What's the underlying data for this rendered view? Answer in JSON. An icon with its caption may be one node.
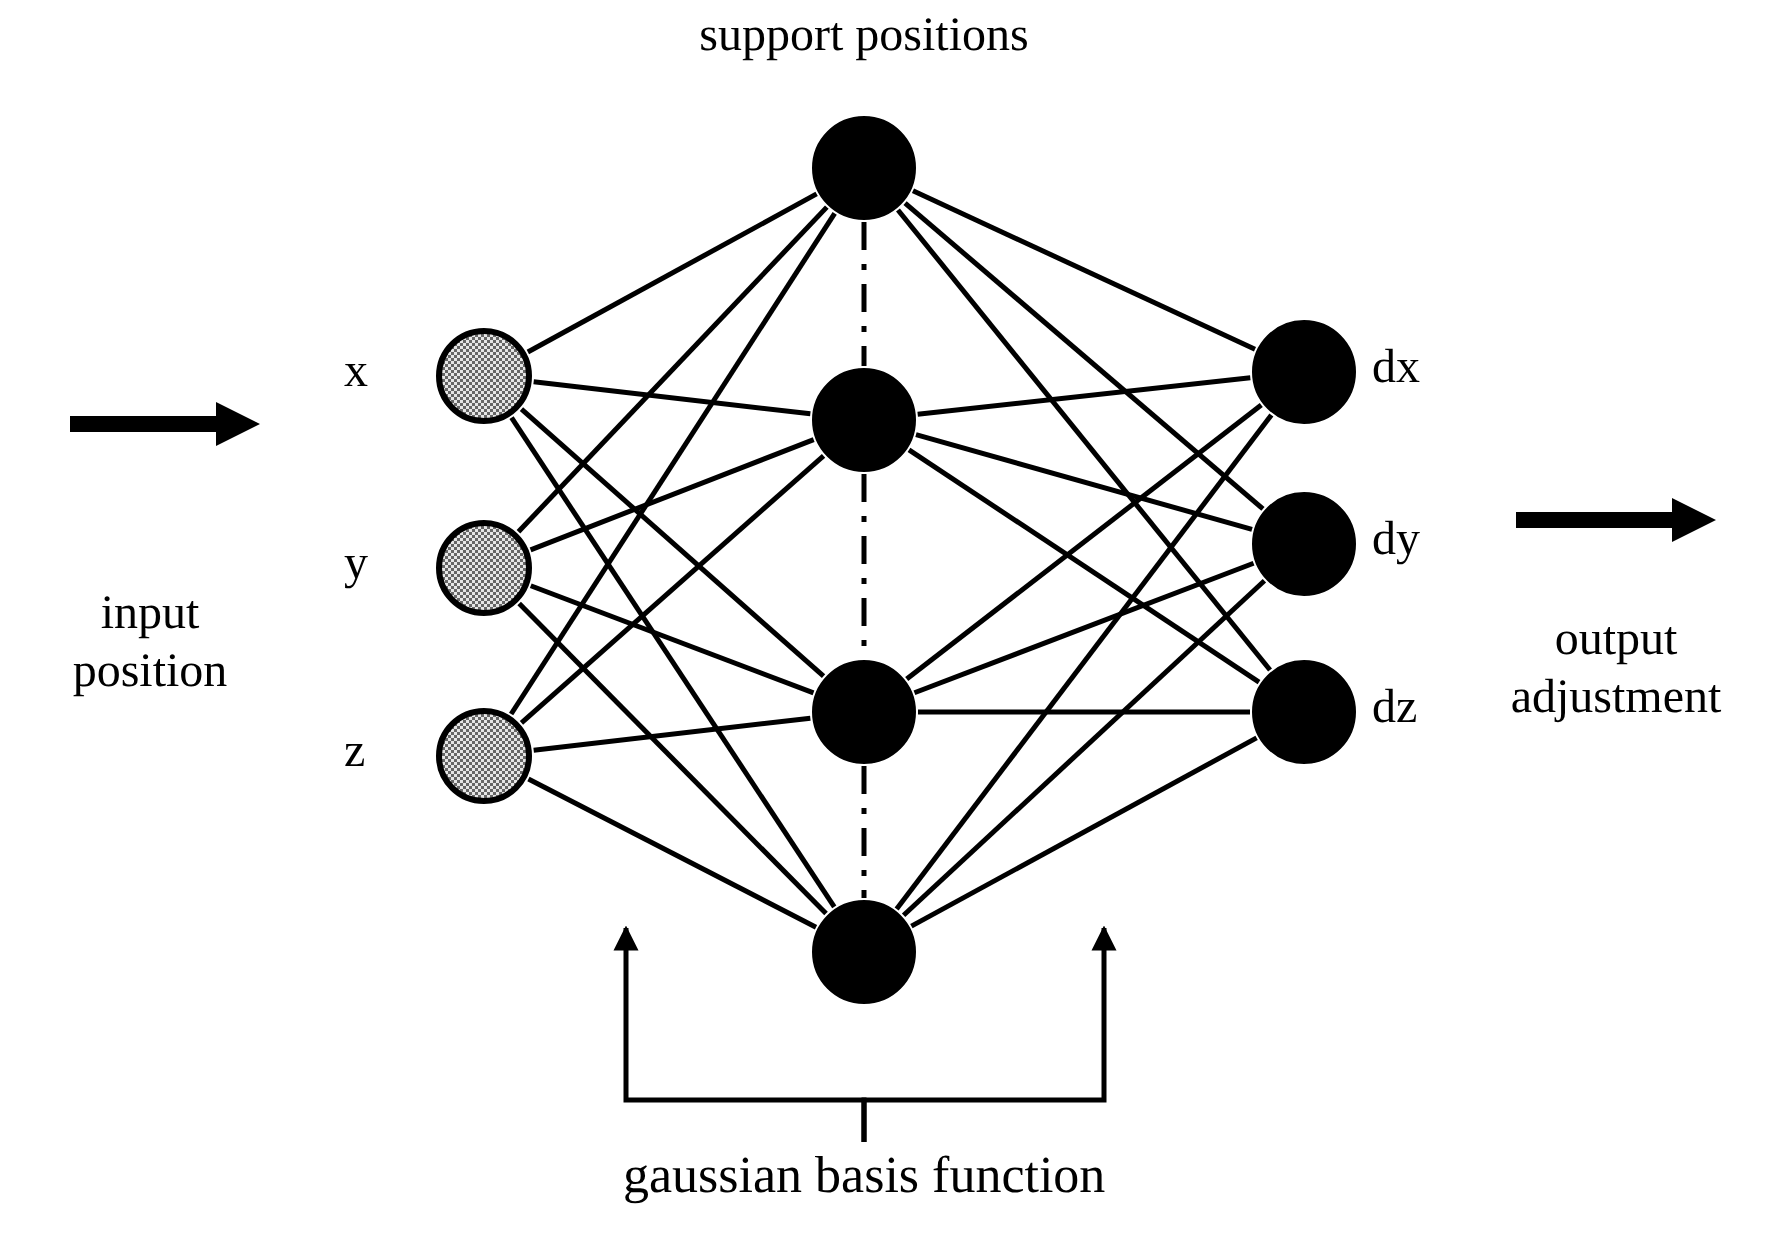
{
  "diagram": {
    "nodes": [
      {
        "text": [],
        "shape": "circle",
        "beside": [
          "x"
        ]
      },
      {
        "text": [],
        "shape": "circle",
        "beside": [
          "y"
        ]
      },
      {
        "text": [],
        "shape": "circle",
        "beside": [
          "z"
        ]
      },
      {
        "text": [],
        "shape": "circle"
      },
      {
        "text": [],
        "shape": "circle"
      },
      {
        "text": [],
        "shape": "circle"
      },
      {
        "text": [],
        "shape": "circle"
      },
      {
        "text": [],
        "shape": "circle",
        "beside": [
          "dx"
        ]
      },
      {
        "text": [],
        "shape": "circle",
        "beside": [
          "dy"
        ]
      },
      {
        "text": [],
        "shape": "circle",
        "beside": [
          "dz"
        ]
      },
      {
        "text": [
          "gaussian basis function"
        ]
      }
    ],
    "edges": [
      {
        "from": 0,
        "to": 3,
        "arrow": "none"
      },
      {
        "from": 0,
        "to": 4,
        "arrow": "none"
      },
      {
        "from": 0,
        "to": 5,
        "arrow": "none"
      },
      {
        "from": 0,
        "to": 6,
        "arrow": "none"
      },
      {
        "from": 1,
        "to": 3,
        "arrow": "none"
      },
      {
        "from": 1,
        "to": 4,
        "arrow": "none"
      },
      {
        "from": 1,
        "to": 5,
        "arrow": "none"
      },
      {
        "from": 1,
        "to": 6,
        "arrow": "none"
      },
      {
        "from": 2,
        "to": 3,
        "arrow": "none"
      },
      {
        "from": 2,
        "to": 4,
        "arrow": "none"
      },
      {
        "from": 2,
        "to": 5,
        "arrow": "none"
      },
      {
        "from": 2,
        "to": 6,
        "arrow": "none"
      },
      {
        "from": 3,
        "to": 7,
        "arrow": "none"
      },
      {
        "from": 3,
        "to": 8,
        "arrow": "none"
      },
      {
        "from": 3,
        "to": 9,
        "arrow": "none"
      },
      {
        "from": 4,
        "to": 7,
        "arrow": "none"
      },
      {
        "from": 4,
        "to": 8,
        "arrow": "none"
      },
      {
        "from": 4,
        "to": 9,
        "arrow": "none"
      },
      {
        "from": 5,
        "to": 7,
        "arrow": "none"
      },
      {
        "from": 5,
        "to": 8,
        "arrow": "none"
      },
      {
        "from": 5,
        "to": 9,
        "arrow": "none"
      },
      {
        "from": 6,
        "to": 7,
        "arrow": "none"
      },
      {
        "from": 6,
        "to": 8,
        "arrow": "none"
      },
      {
        "from": 6,
        "to": 9,
        "arrow": "none"
      },
      {
        "from": 3,
        "to": 4,
        "arrow": "none",
        "style": "dashed"
      },
      {
        "from": 4,
        "to": 5,
        "arrow": "none",
        "style": "dashed"
      },
      {
        "from": 5,
        "to": 6,
        "arrow": "none",
        "style": "dashed"
      },
      {
        "from": 10,
        "to": null,
        "arrow": "to"
      },
      {
        "from": 10,
        "to": null,
        "arrow": "to"
      }
    ],
    "labels": [
      "support positions",
      "input position",
      "output adjustment"
    ]
  }
}
